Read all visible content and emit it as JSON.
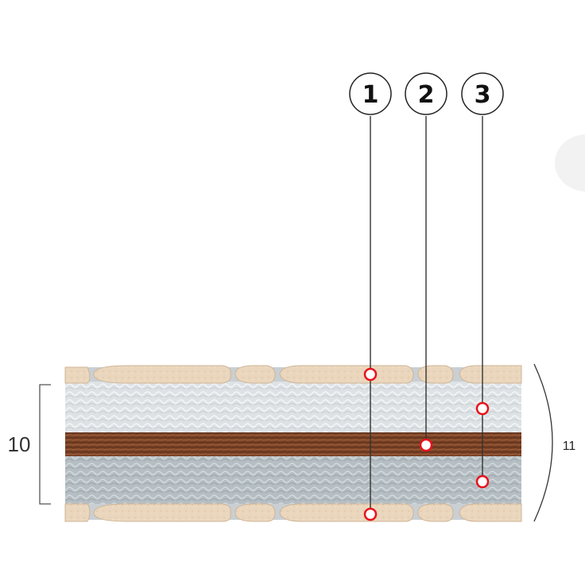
{
  "callouts": [
    {
      "number": "1"
    },
    {
      "number": "2"
    },
    {
      "number": "3"
    }
  ],
  "dimensions": {
    "core_height": "10",
    "total_height": "11"
  },
  "colors": {
    "cover": "#e9d5bc",
    "felt_top": "#dfe3e6",
    "coir": "#7a4226",
    "felt_bottom": "#b7c0c5",
    "marker": "#e8121b",
    "leader": "#333333"
  }
}
